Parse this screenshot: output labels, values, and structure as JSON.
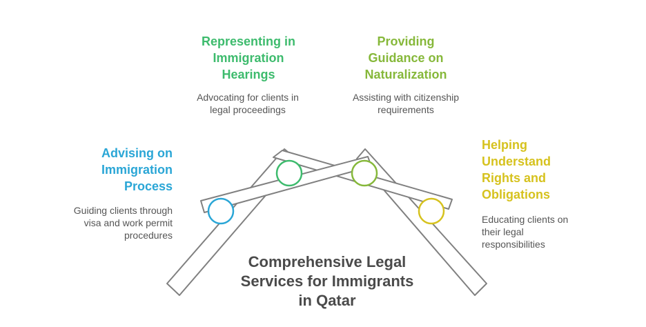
{
  "title": "Comprehensive Legal Services for Immigrants in Qatar",
  "colors": {
    "advising": "#2aa6d6",
    "representing": "#3dbb6d",
    "guidance": "#86b83a",
    "helping": "#d6c21e",
    "text": "#555555",
    "title": "#4a4a4a",
    "outline": "#808080"
  },
  "items": [
    {
      "heading": "Advising on Immigration Process",
      "description": "Guiding clients through visa and work permit procedures"
    },
    {
      "heading": "Representing in Immigration Hearings",
      "description": "Advocating for clients in legal proceedings"
    },
    {
      "heading": "Providing Guidance on Naturalization",
      "description": "Assisting with citizenship requirements"
    },
    {
      "heading": "Helping Understand Rights and Obligations",
      "description": "Educating clients on their legal responsibilities"
    }
  ]
}
